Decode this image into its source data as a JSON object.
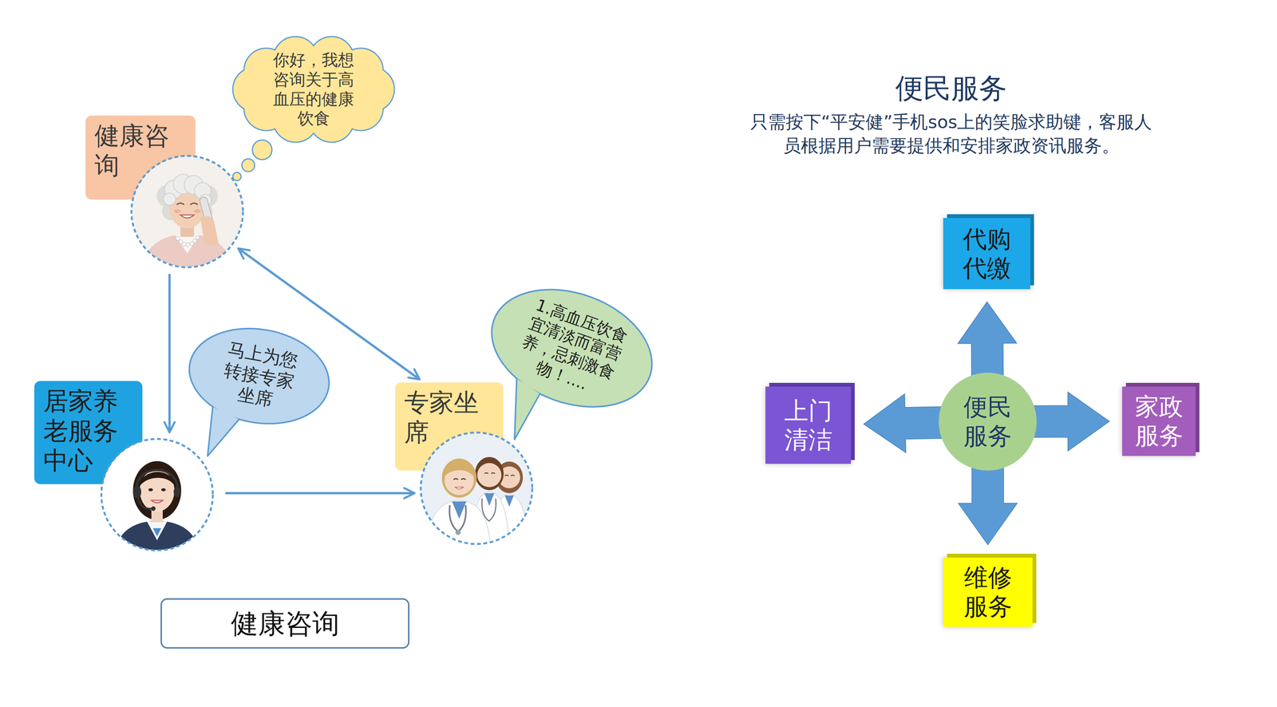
{
  "diagram": {
    "title": "便民服务",
    "nodes": [
      {
        "text": [
          "健康咨询"
        ]
      },
      {
        "text": [
          "你好，我想咨询关于高血压的健康饮食"
        ]
      },
      {
        "text": [
          "居家养老服务中心"
        ]
      },
      {
        "text": [
          "马上为您转接专家坐席"
        ]
      },
      {
        "text": [
          "专家坐席"
        ]
      },
      {
        "text": [
          "1.高血压饮食宜清淡而富营养，忌刺激食物！...."
        ]
      },
      {
        "text": [
          "健康咨询"
        ]
      },
      {
        "text": [
          "便民服务"
        ]
      },
      {
        "text": [
          "代购代缴"
        ]
      },
      {
        "text": [
          "上门清洁"
        ]
      },
      {
        "text": [
          "家政服务"
        ]
      },
      {
        "text": [
          "维修服务"
        ]
      }
    ],
    "edges": [
      {
        "from": 0,
        "to": 2,
        "arrow": "to"
      },
      {
        "from": 2,
        "to": 4,
        "arrow": "to"
      },
      {
        "from": 0,
        "to": 4,
        "arrow": "both"
      },
      {
        "from": 7,
        "to": 8,
        "arrow": "to"
      },
      {
        "from": 7,
        "to": 9,
        "arrow": "to"
      },
      {
        "from": 7,
        "to": 10,
        "arrow": "to"
      },
      {
        "from": 7,
        "to": 11,
        "arrow": "to"
      }
    ],
    "labels": [
      "只需按下“平安健”手机sos上的笑脸求助键，客服人员根据用户需要提供和安排家政资讯服务。"
    ]
  }
}
